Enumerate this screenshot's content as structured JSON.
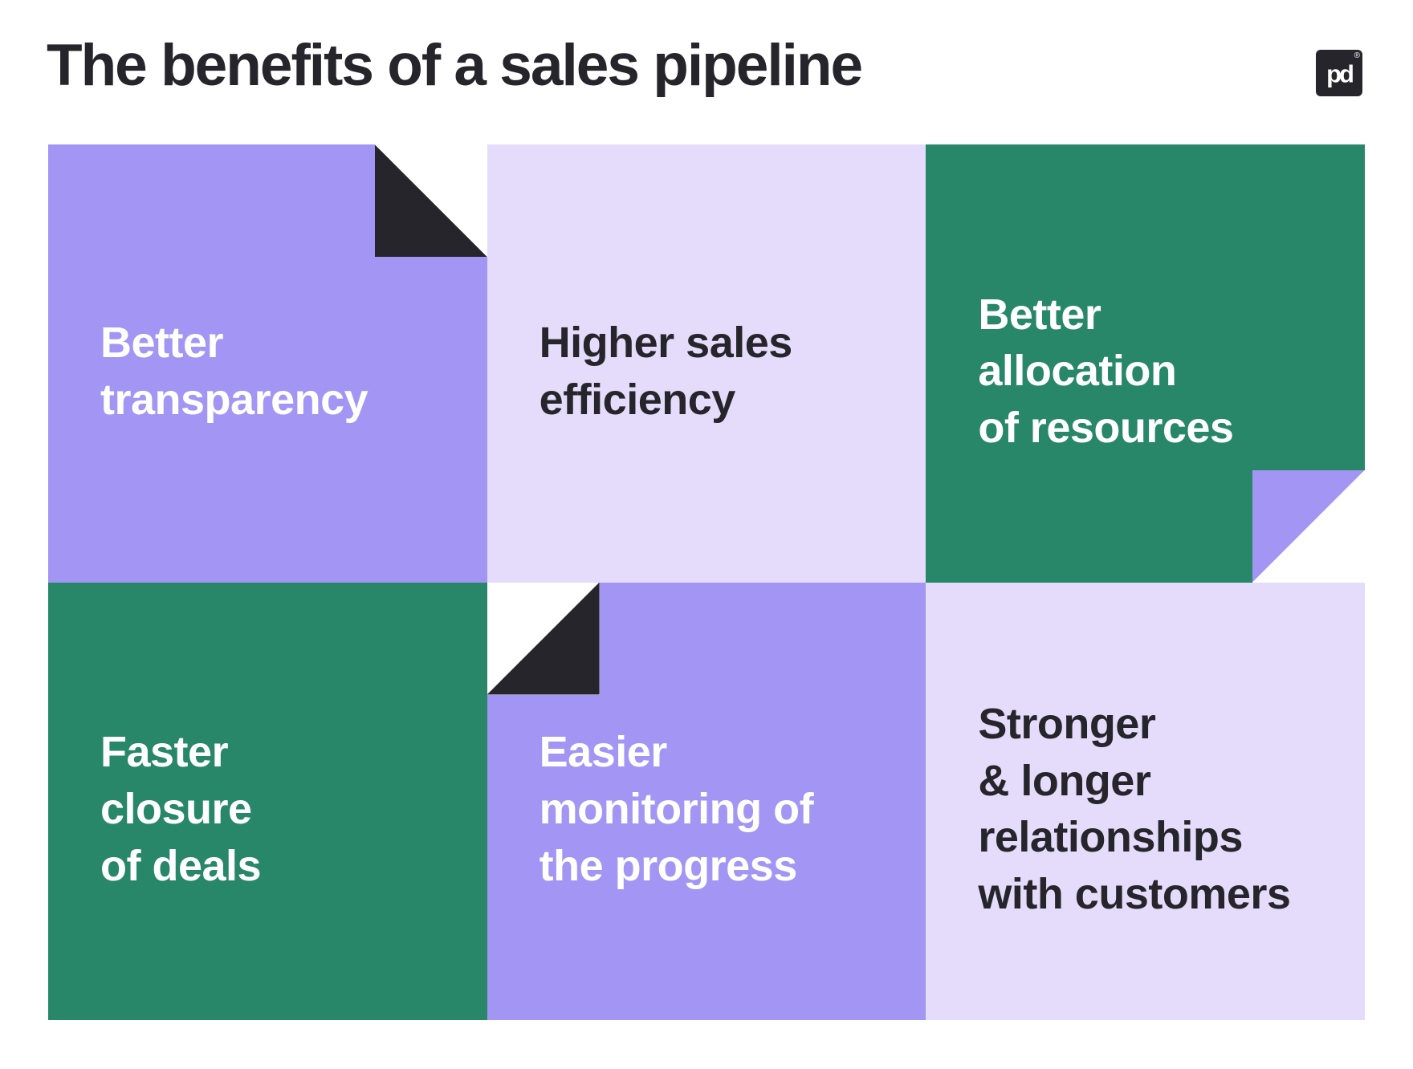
{
  "header": {
    "title": "The benefits of a sales pipeline",
    "logo": {
      "mark": "pd",
      "registered": "®"
    }
  },
  "palette": {
    "purple": "#A295F4",
    "lavender": "#E4DCFA",
    "green": "#278768",
    "dark": "#26252B",
    "white": "#FFFFFF"
  },
  "tiles": [
    {
      "label": "Better\ntransparency",
      "bg": "purple",
      "text_color": "white",
      "fold": {
        "corner": "top-right",
        "flap_color": "dark"
      }
    },
    {
      "label": "Higher sales\nefficiency",
      "bg": "lavender",
      "text_color": "dark",
      "fold": null
    },
    {
      "label": "Better\nallocation\nof resources",
      "bg": "green",
      "text_color": "white",
      "fold": {
        "corner": "bottom-right",
        "flap_color": "purple"
      }
    },
    {
      "label": "Faster\nclosure\nof deals",
      "bg": "green",
      "text_color": "white",
      "fold": null
    },
    {
      "label": "Easier\nmonitoring of\nthe progress",
      "bg": "purple",
      "text_color": "white",
      "fold": {
        "corner": "top-left",
        "flap_color": "dark"
      }
    },
    {
      "label": "Stronger\n& longer\nrelationships\nwith customers",
      "bg": "lavender",
      "text_color": "dark",
      "fold": null
    }
  ]
}
